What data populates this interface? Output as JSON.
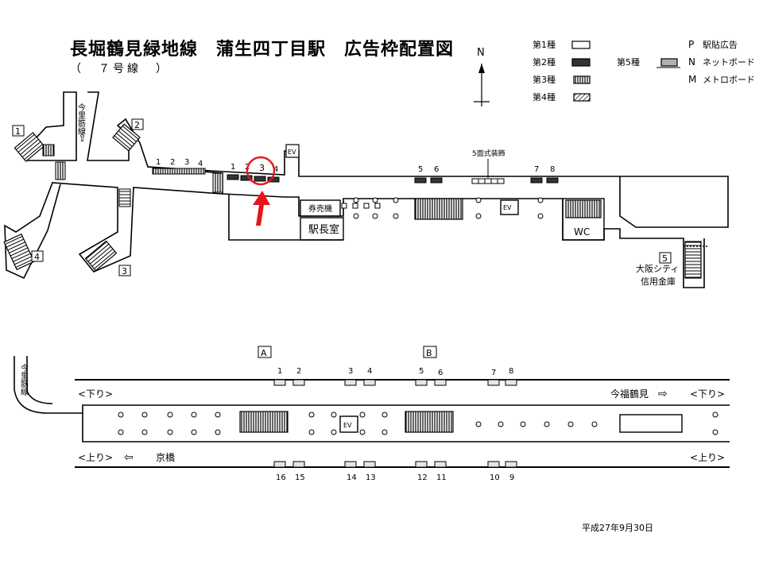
{
  "header": {
    "title": "長堀鶴見緑地線　蒲生四丁目駅　広告枠配置図",
    "subtitle": "（　７号線　）",
    "north": "N",
    "date": "平成27年9月30日"
  },
  "legend": {
    "kinds": [
      {
        "label": "第1種",
        "style": "outline"
      },
      {
        "label": "第2種",
        "style": "solid"
      },
      {
        "label": "第3種",
        "style": "striped"
      },
      {
        "label": "第4種",
        "style": "hatched"
      }
    ],
    "kind5_label": "第5種",
    "codes": [
      {
        "code": "P",
        "label": "駅貼広告"
      },
      {
        "code": "N",
        "label": "ネットボード"
      },
      {
        "code": "M",
        "label": "メトロボード"
      }
    ]
  },
  "concourse": {
    "exits": [
      "1",
      "2",
      "3",
      "4",
      "5"
    ],
    "street": "今里筋線",
    "street_arrow": "⇧",
    "ev": "EV",
    "ticket": "券売機",
    "office": "駅長室",
    "wc": "WC",
    "bank": [
      "大阪シティ",
      "信用金庫"
    ],
    "decoration": "5面式装飾",
    "striped_nums": [
      "1",
      "2",
      "3",
      "4"
    ],
    "solid_nums": [
      "1",
      "2",
      "3",
      "4"
    ],
    "right_nums": [
      "5",
      "6",
      "7",
      "8"
    ],
    "highlight": "3",
    "highlight_color": "#e8141c"
  },
  "platform": {
    "street": "今里筋線",
    "sections": [
      "A",
      "B"
    ],
    "ev": "EV",
    "top_nums": [
      "1",
      "2",
      "3",
      "4",
      "5",
      "6",
      "7",
      "8"
    ],
    "bottom_nums": [
      "16",
      "15",
      "14",
      "13",
      "12",
      "11",
      "10",
      "9"
    ],
    "down_left": "<下り>",
    "down_right": "<下り>",
    "up_left": "<上り>",
    "up_right": "<上り>",
    "dest_east": "今福鶴見",
    "dest_west": "京橋",
    "arrow_east": "⇨",
    "arrow_west": "⇦"
  }
}
